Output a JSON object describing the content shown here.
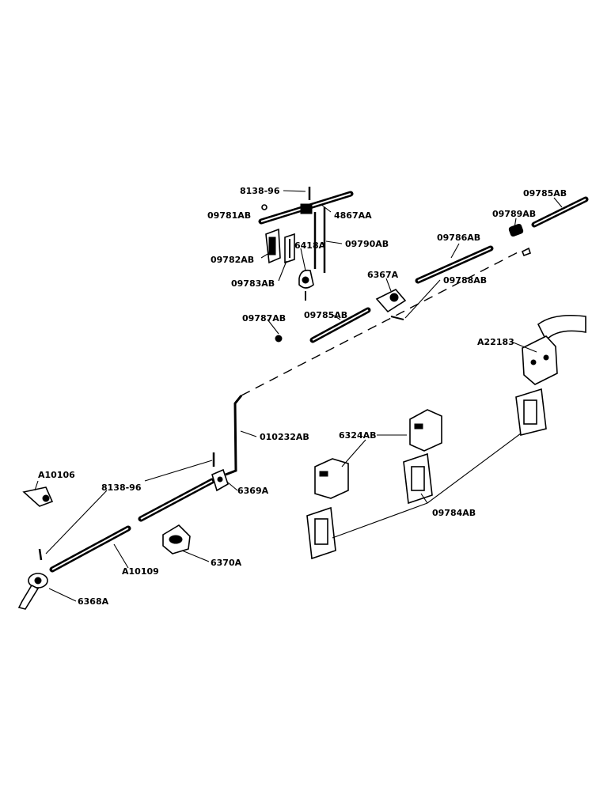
{
  "labels": {
    "l_8138_96_top": "8138-96",
    "l_09781AB": "09781AB",
    "l_4867AA": "4867AA",
    "l_09782AB": "09782AB",
    "l_6418A": "6418A",
    "l_09790AB": "09790AB",
    "l_09783AB": "09783AB",
    "l_09787AB": "09787AB",
    "l_09785AB_mid": "09785AB",
    "l_6367A": "6367A",
    "l_09788AB": "09788AB",
    "l_09786AB": "09786AB",
    "l_09789AB": "09789AB",
    "l_09785AB_top": "09785AB",
    "l_A22183": "A22183",
    "l_010232AB": "010232AB",
    "l_6324AB": "6324AB",
    "l_A10106": "A10106",
    "l_8138_96_low": "8138-96",
    "l_6369A": "6369A",
    "l_A10109": "A10109",
    "l_6370A": "6370A",
    "l_6368A": "6368A",
    "l_09784AB": "09784AB"
  }
}
